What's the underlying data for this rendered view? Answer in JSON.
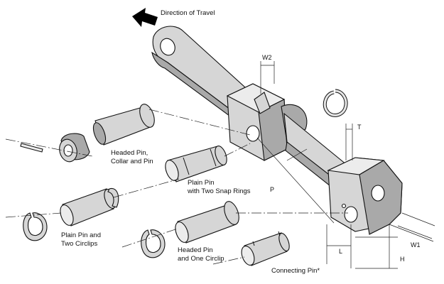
{
  "labels": {
    "direction": "Direction of Travel",
    "headed_collar_1": "Headed Pin,",
    "headed_collar_2": "Collar and Pin",
    "plain_snap_1": "Plain Pin",
    "plain_snap_2": "with Two Snap Rings",
    "plain_circlips_1": "Plain Pin and",
    "plain_circlips_2": "Two Circlips",
    "headed_circlip_1": "Headed Pin",
    "headed_circlip_2": "and One Circlip",
    "connecting": "Connecting Pin*"
  },
  "dimensions": {
    "w2": "W2",
    "t": "T",
    "p": "P",
    "l": "L",
    "h": "H",
    "w1": "W1"
  },
  "colors": {
    "metal": "#d6d6d6",
    "shadow": "#a9a9a9",
    "ink": "#111111"
  }
}
